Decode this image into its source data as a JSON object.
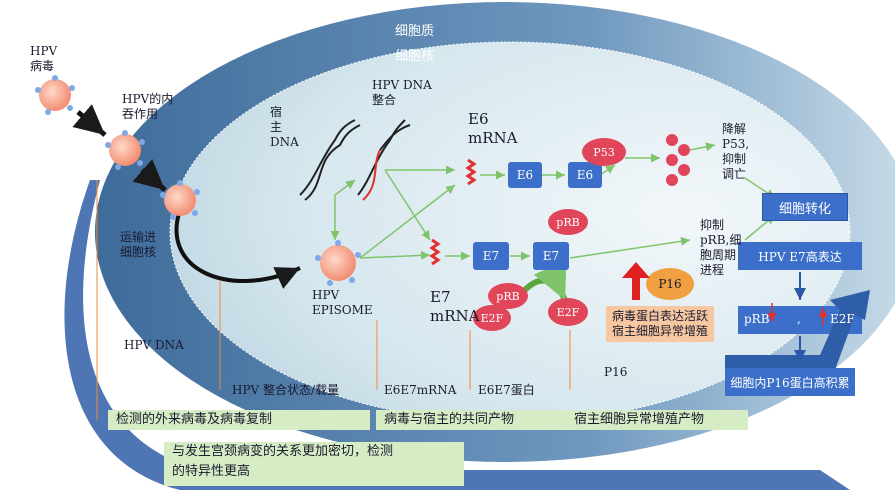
{
  "labels": {
    "cytoplasm": "细胞质",
    "nucleus": "细胞核",
    "hpv_virus": "HPV\n病毒",
    "endocytosis": "HPV的内\n吞作用",
    "transport": "运输进\n细胞核",
    "host_dna": "宿\n主\nDNA",
    "hpv_dna_integration": "HPV DNA\n整合",
    "e6_mrna": "E6\nmRNA",
    "e7_mrna": "E7\nmRNA",
    "hpv_episome": "HPV\nEPISOME",
    "hpv_dna": "HPV DNA",
    "degrade_p53": "降解\nP53,\n抑制\n调亡",
    "inhibit_prb": "抑制\npRB,细\n胞周期\n进程",
    "p16_label": "P16",
    "cell_transform": "细胞转化"
  },
  "proteins": {
    "e6_a": "E6",
    "e6_b": "E6",
    "p53": "P53",
    "e7_a": "E7",
    "e7_b": "E7",
    "prb_top": "pRB",
    "prb_left": "pRB",
    "e2f_left": "E2F",
    "e2f_right": "E2F",
    "p16": "P16"
  },
  "callouts": {
    "oncoprotein": "病毒蛋白表达活跃\n宿主细胞异常增殖"
  },
  "side_panel": {
    "e7_high": "HPV E7高表达",
    "prb": "pRB",
    "comma": ",",
    "e2f": "E2F",
    "p16_accum": "细胞内P16蛋白高积累"
  },
  "footer": {
    "cat_integration": "HPV 整合状态/载量",
    "cat_e6e7mrna": "E6E7mRNA",
    "cat_e6e7protein": "E6E7蛋白",
    "box1": "检测的外来病毒及病毒复制",
    "box2": "病毒与宿主的共同产物",
    "box3": "宿主细胞异常增殖产物",
    "box4": "与发生宫颈病变的关系更加密切，检测\n的特异性更高"
  },
  "colors": {
    "accent_blue": "#3b6fc9",
    "green_box": "#d6ecc4",
    "protein_red": "#e0455a",
    "p16_orange": "#f0a040"
  }
}
